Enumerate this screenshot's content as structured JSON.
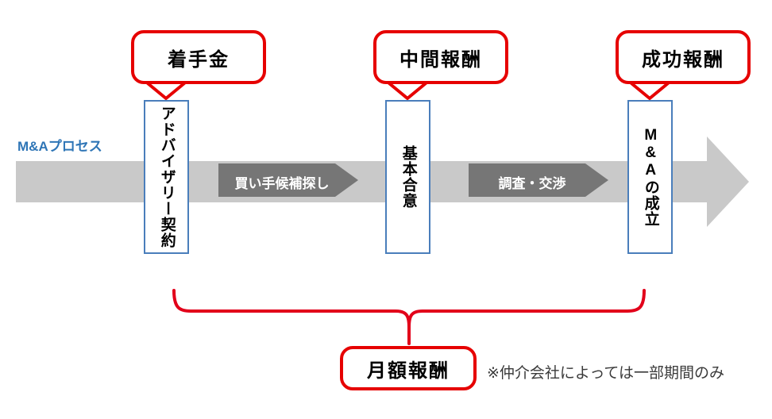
{
  "diagram": {
    "title": "M&A process fee timeline",
    "process_label": "M&Aプロセス",
    "colors": {
      "band_gray": "#c9c9c9",
      "sub_arrow_gray": "#767676",
      "milestone_blue": "#4a7ebb",
      "callout_red": "#e60000",
      "label_blue": "#2e75b6",
      "footnote_gray": "#3a3a3a"
    },
    "milestones": [
      {
        "label": "アドバイザリー契約"
      },
      {
        "label": "基本合意"
      },
      {
        "label": "M&Aの成立"
      }
    ],
    "phases": [
      {
        "label": "買い手候補探し"
      },
      {
        "label": "調査・交渉"
      }
    ],
    "callouts": [
      {
        "label": "着手金"
      },
      {
        "label": "中間報酬"
      },
      {
        "label": "成功報酬"
      }
    ],
    "bracket_callout": {
      "label": "月額報酬"
    },
    "footnote": "※仲介会社によっては一部期間のみ"
  }
}
